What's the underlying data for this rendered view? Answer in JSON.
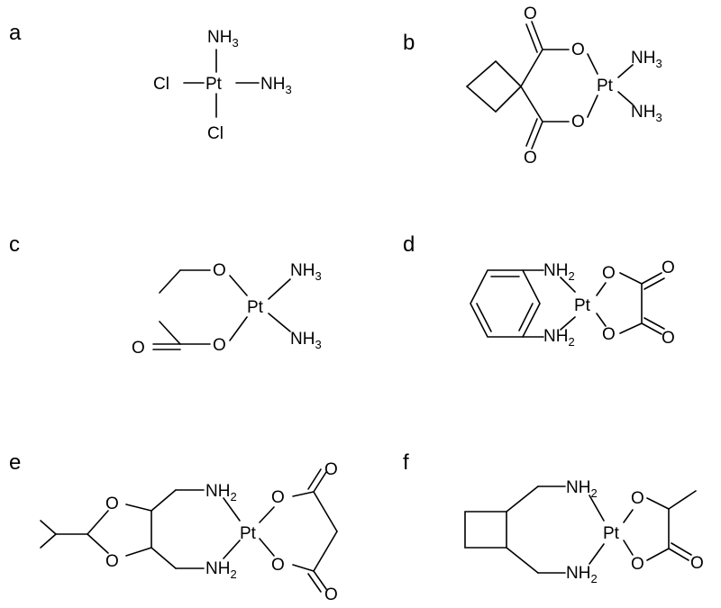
{
  "figure": {
    "panels": [
      {
        "label": "a",
        "atoms": {
          "pt": "Pt",
          "nh3_top": "NH",
          "nh3_right": "NH",
          "cl_left": "Cl",
          "cl_bottom": "Cl"
        }
      },
      {
        "label": "b",
        "atoms": {
          "pt": "Pt",
          "o_top": "O",
          "o_bottom": "O",
          "o_carbonyl_top": "O",
          "o_carbonyl_bottom": "O",
          "nh3_top": "NH",
          "nh3_bottom": "NH"
        }
      },
      {
        "label": "c",
        "atoms": {
          "pt": "Pt",
          "o_top": "O",
          "o_bottom": "O",
          "o_carbonyl": "O",
          "nh3_top": "NH",
          "nh3_bottom": "NH"
        }
      },
      {
        "label": "d",
        "atoms": {
          "pt": "Pt",
          "nh2_top": "NH",
          "nh2_bottom": "NH",
          "o_top": "O",
          "o_bottom": "O",
          "o_carbonyl_top": "O",
          "o_carbonyl_bottom": "O"
        }
      },
      {
        "label": "e",
        "atoms": {
          "pt": "Pt",
          "nh2_top": "NH",
          "nh2_bottom": "NH",
          "o_ring_top": "O",
          "o_ring_bottom": "O",
          "o_top": "O",
          "o_bottom": "O",
          "o_carbonyl_top": "O",
          "o_carbonyl_bottom": "O"
        }
      },
      {
        "label": "f",
        "atoms": {
          "pt": "Pt",
          "nh2_top": "NH",
          "nh2_bottom": "NH",
          "o_top": "O",
          "o_bottom": "O",
          "o_carbonyl": "O"
        }
      }
    ],
    "subscripts": {
      "three": "3",
      "two": "2"
    }
  }
}
